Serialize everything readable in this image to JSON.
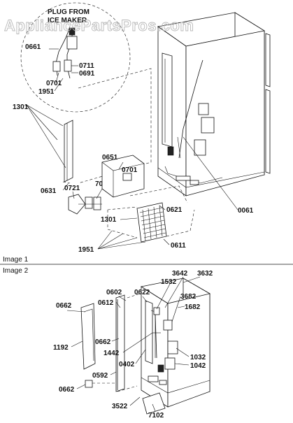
{
  "watermark": "AppliancePartsPros.com",
  "image1": {
    "caption": "Image 1",
    "callout_title_line1": "PLUG FROM",
    "callout_title_line2": "ICE MAKER",
    "labels": {
      "l0661a": "0661",
      "l0711": "0711",
      "l0691": "0691",
      "l0701a": "0701",
      "l1951a": "1951",
      "l1301a": "1301",
      "l0651": "0651",
      "l0701b": "0701",
      "l0631": "0631",
      "l0721": "0721",
      "l7011": "7011",
      "l0621": "0621",
      "l0061": "0061",
      "l1301b": "1301",
      "l0611": "0611",
      "l1951b": "1951"
    }
  },
  "image2": {
    "caption": "Image 2",
    "labels": {
      "l1532": "1532",
      "l3642": "3642",
      "l3632": "3632",
      "l0602": "0602",
      "l0622": "0622",
      "l3682": "3682",
      "l0612": "0612",
      "l0662a": "0662",
      "l1682": "1682",
      "l0662b": "0662",
      "l1192": "1192",
      "l1442": "1442",
      "l1032": "1032",
      "l1042": "1042",
      "l0402": "0402",
      "l0592": "0592",
      "l0662c": "0662",
      "l3522": "3522",
      "l7102": "7102"
    }
  }
}
